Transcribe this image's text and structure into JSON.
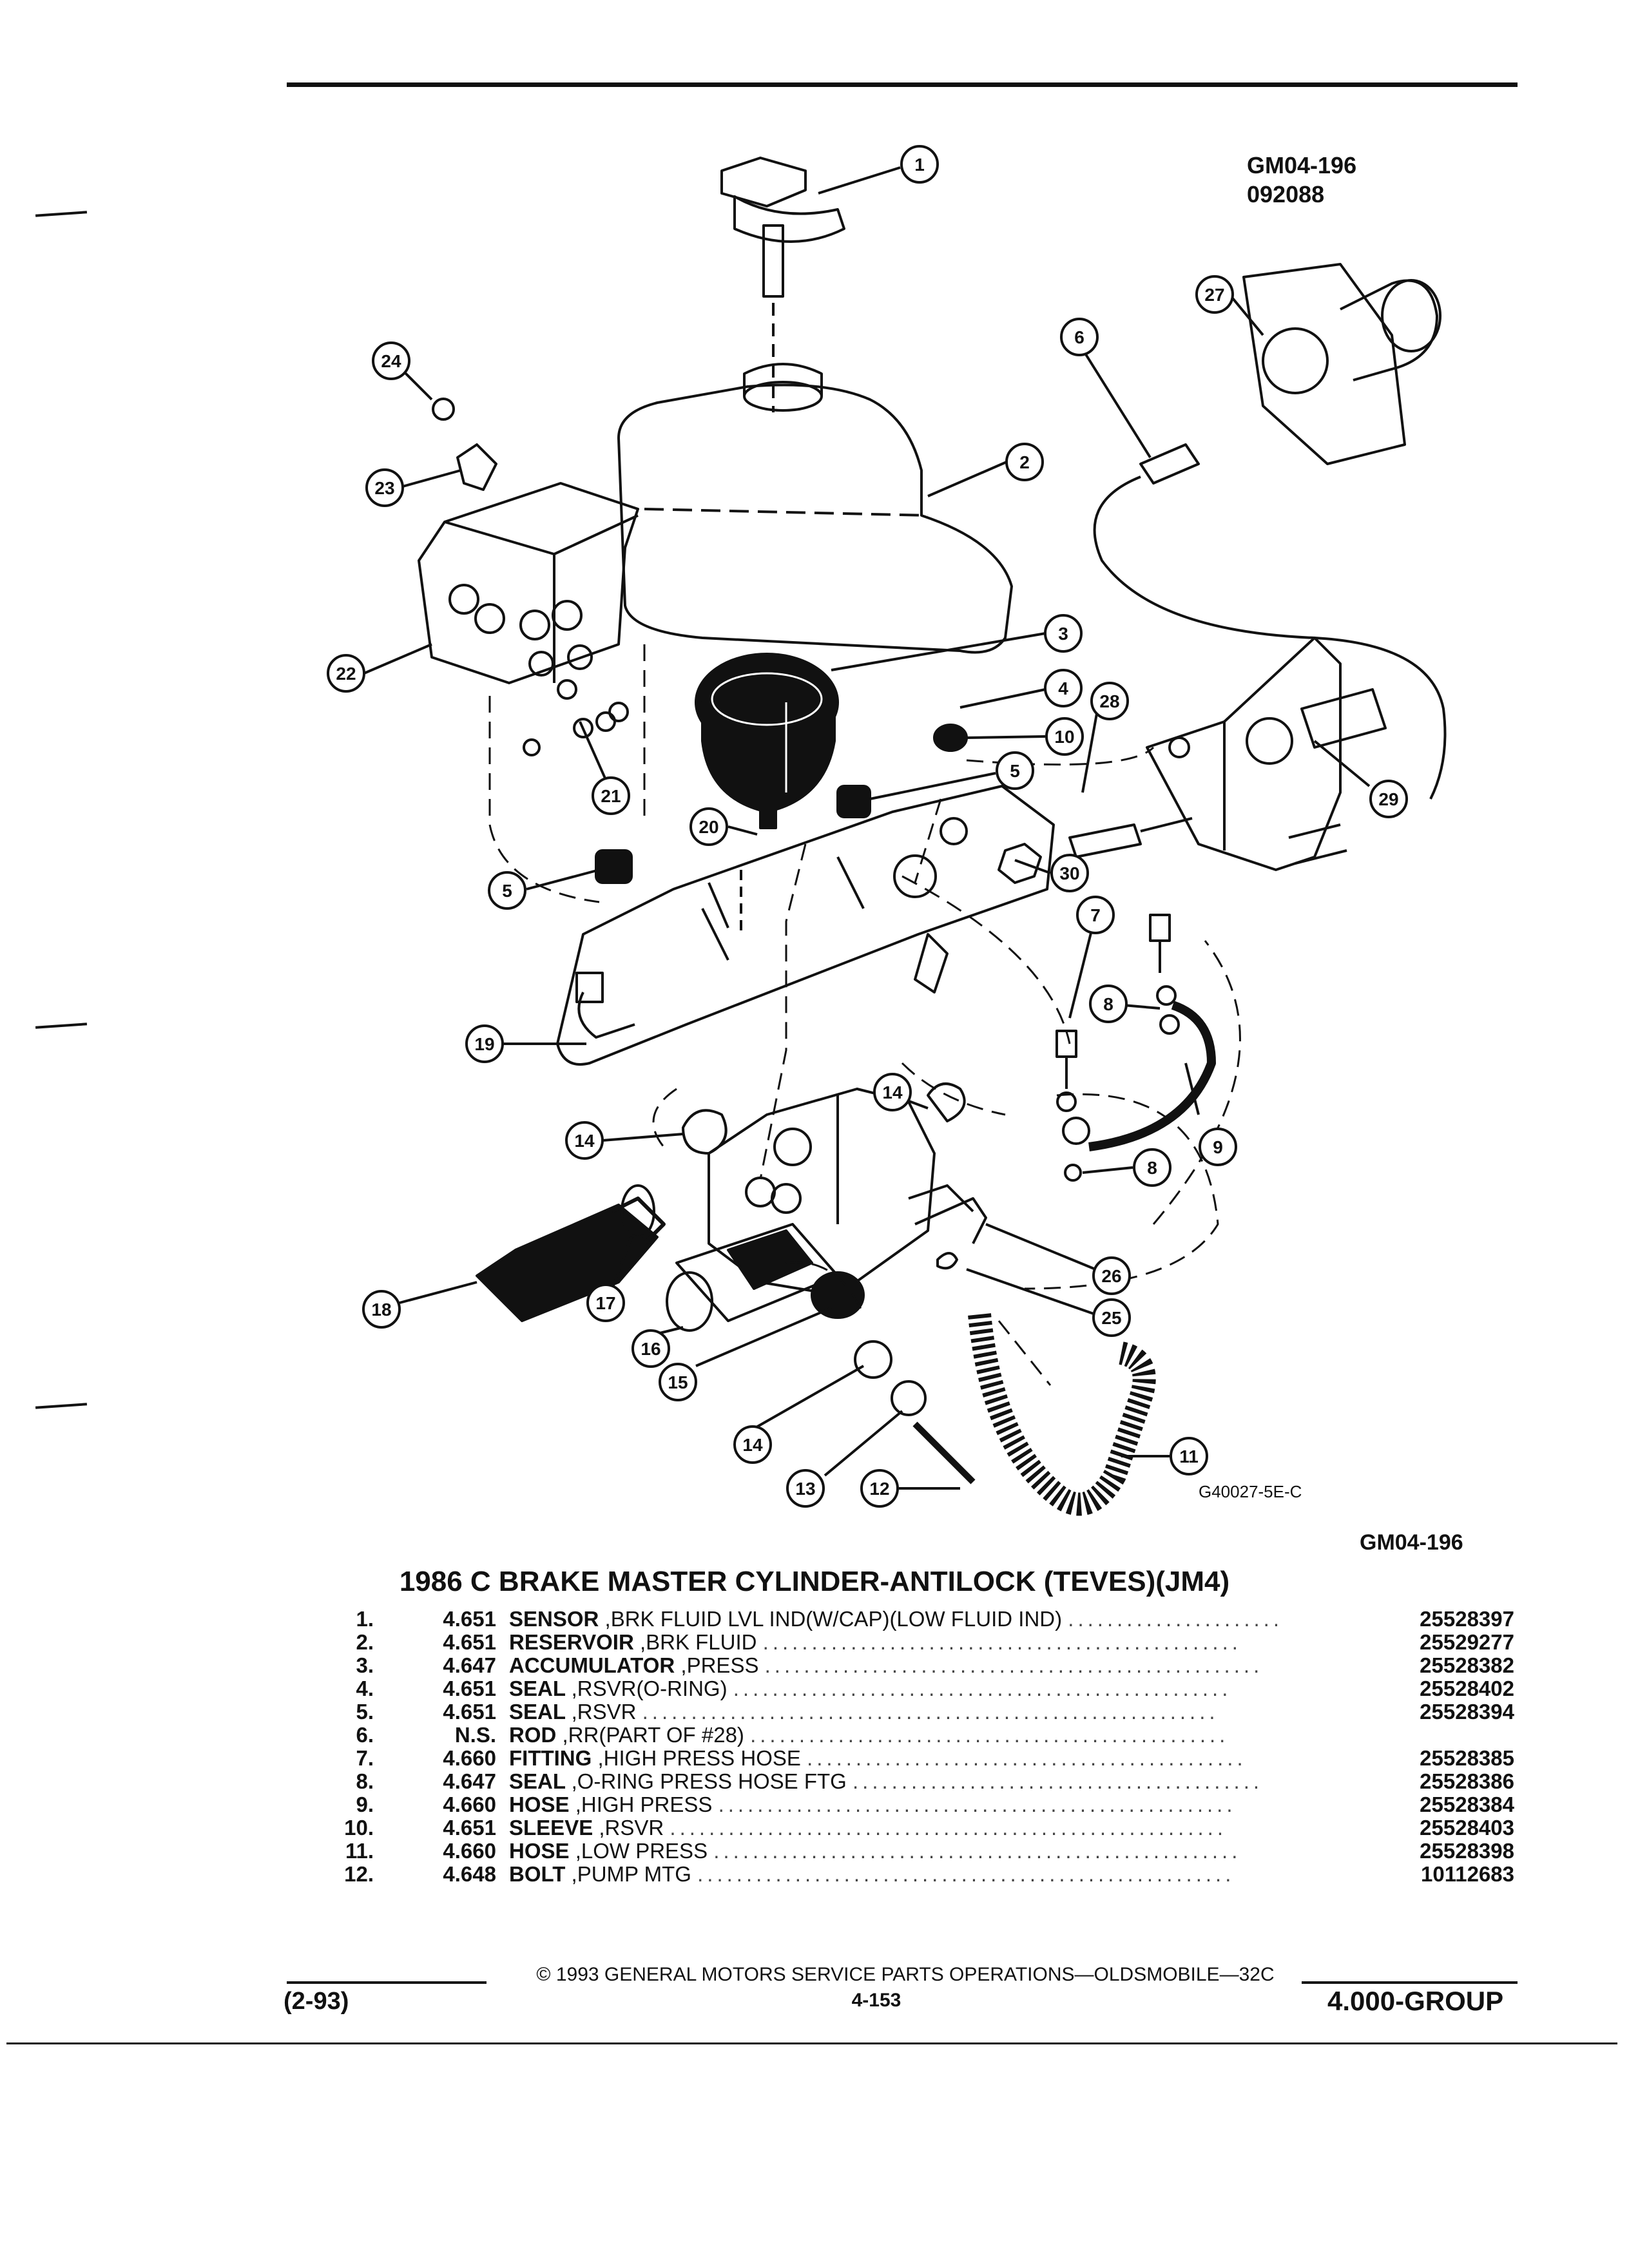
{
  "header": {
    "code": "GM04-196",
    "sub_code": "092088"
  },
  "diagram": {
    "illustration_id": "G40027-5E-C",
    "callouts": [
      "1",
      "2",
      "3",
      "4",
      "10",
      "28",
      "5",
      "29",
      "27",
      "6",
      "24",
      "23",
      "22",
      "21",
      "20",
      "5",
      "30",
      "19",
      "7",
      "8",
      "14",
      "14",
      "8",
      "9",
      "18",
      "17",
      "16",
      "26",
      "25",
      "15",
      "14",
      "11",
      "13",
      "12"
    ]
  },
  "figure": {
    "code": "GM04-196",
    "title": "1986 C BRAKE MASTER CYLINDER-ANTILOCK (TEVES)(JM4)"
  },
  "parts": [
    {
      "num": "1.",
      "group": "4.651",
      "name": "SENSOR",
      "desc": ",BRK FLUID LVL IND(W/CAP)(LOW FLUID IND)",
      "pn": "25528397"
    },
    {
      "num": "2.",
      "group": "4.651",
      "name": "RESERVOIR",
      "desc": ",BRK FLUID",
      "pn": "25529277"
    },
    {
      "num": "3.",
      "group": "4.647",
      "name": "ACCUMULATOR",
      "desc": ",PRESS",
      "pn": "25528382"
    },
    {
      "num": "4.",
      "group": "4.651",
      "name": "SEAL",
      "desc": ",RSVR(O-RING)",
      "pn": "25528402"
    },
    {
      "num": "5.",
      "group": "4.651",
      "name": "SEAL",
      "desc": ",RSVR",
      "pn": "25528394"
    },
    {
      "num": "6.",
      "group": "N.S.",
      "name": "ROD",
      "desc": ",RR(PART OF #28)",
      "pn": ""
    },
    {
      "num": "7.",
      "group": "4.660",
      "name": "FITTING",
      "desc": ",HIGH PRESS HOSE",
      "pn": "25528385"
    },
    {
      "num": "8.",
      "group": "4.647",
      "name": "SEAL",
      "desc": ",O-RING PRESS HOSE FTG",
      "pn": "25528386"
    },
    {
      "num": "9.",
      "group": "4.660",
      "name": "HOSE",
      "desc": ",HIGH PRESS",
      "pn": "25528384"
    },
    {
      "num": "10.",
      "group": "4.651",
      "name": "SLEEVE",
      "desc": ",RSVR",
      "pn": "25528403"
    },
    {
      "num": "11.",
      "group": "4.660",
      "name": "HOSE",
      "desc": ",LOW PRESS",
      "pn": "25528398"
    },
    {
      "num": "12.",
      "group": "4.648",
      "name": "BOLT",
      "desc": ",PUMP MTG",
      "pn": "10112683"
    }
  ],
  "footer": {
    "date": "(2-93)",
    "copyright": "© 1993 GENERAL MOTORS SERVICE PARTS OPERATIONS—OLDSMOBILE—32C",
    "page": "4-153",
    "group": "4.000-GROUP"
  }
}
